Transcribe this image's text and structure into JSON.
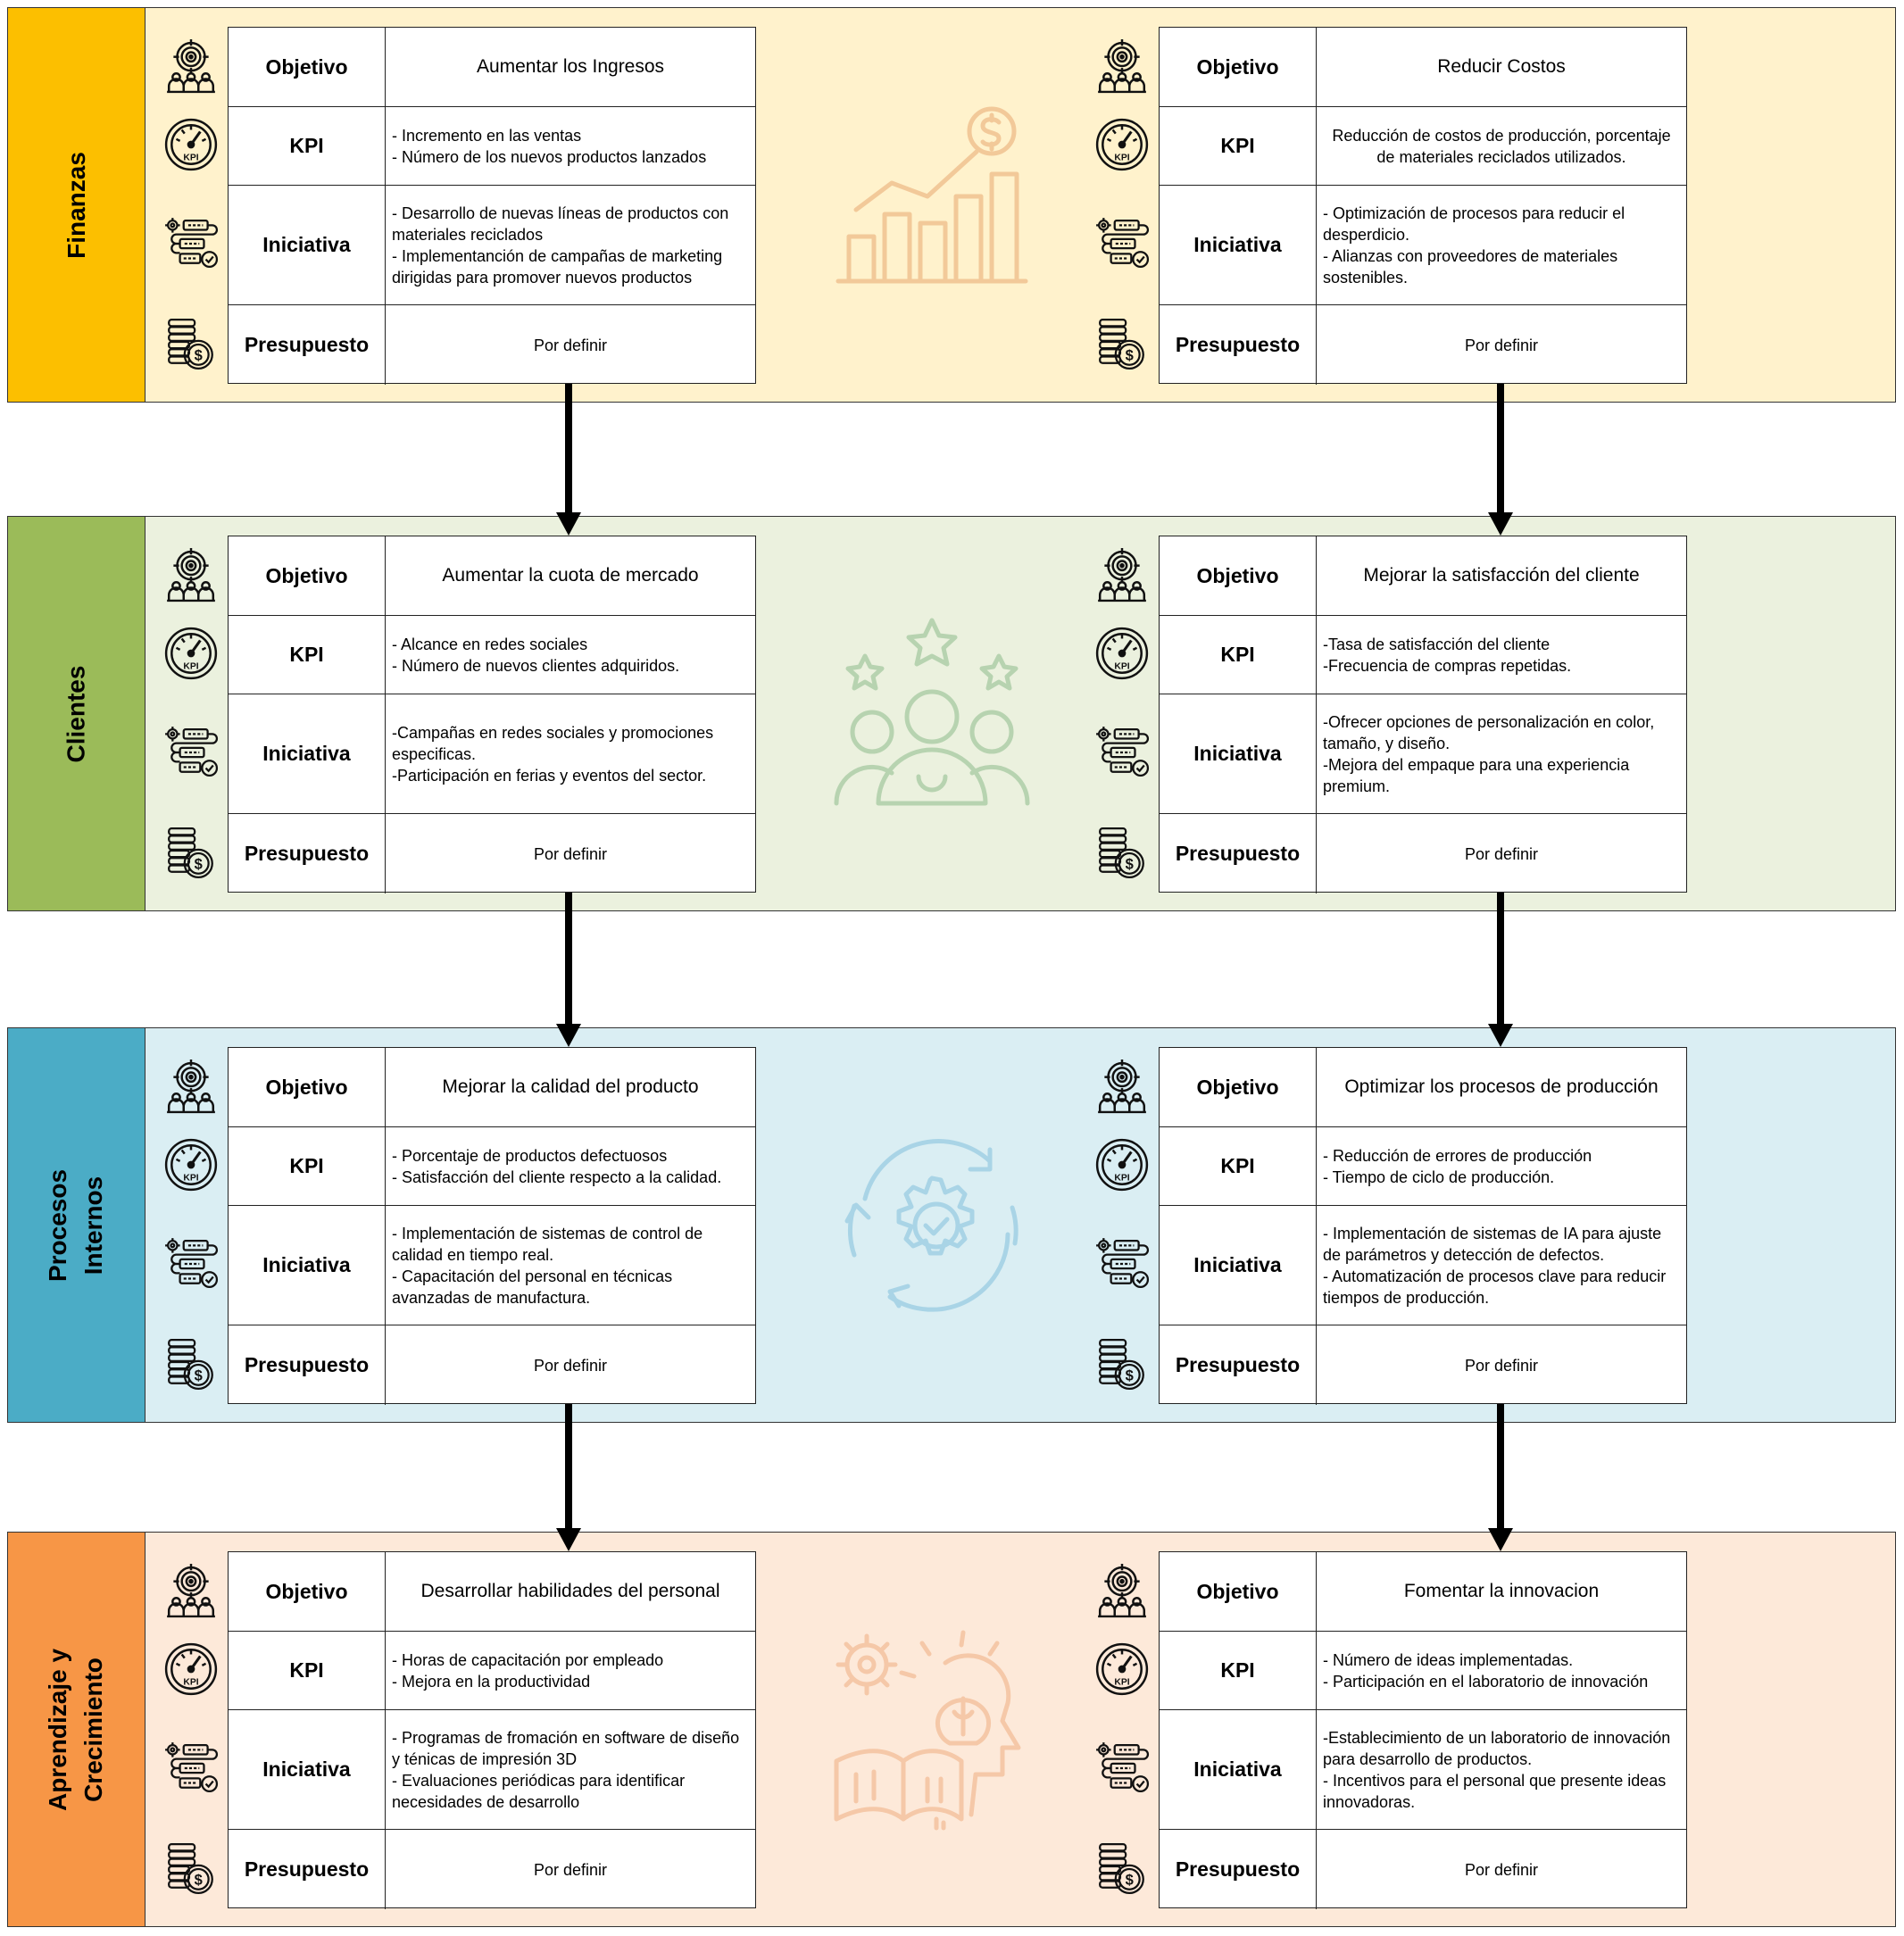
{
  "colors": {
    "finanzas": {
      "label": "#fcbf00",
      "bg": "#fff2cc",
      "icon": "#f2c999"
    },
    "clientes": {
      "label": "#9bbb59",
      "bg": "#ebf1de",
      "icon": "#b7d3b0"
    },
    "procesos": {
      "label": "#4bacc6",
      "bg": "#daeef3",
      "icon": "#a9d4e6"
    },
    "aprendizaje": {
      "label": "#f79646",
      "bg": "#fde9d9",
      "icon": "#f5c8a8"
    }
  },
  "row_labels": {
    "objetivo": "Objetivo",
    "kpi": "KPI",
    "iniciativa": "Iniciativa",
    "presupuesto": "Presupuesto"
  },
  "sections": [
    {
      "name": "Finanzas",
      "center_icon": "growth-chart-dollar-icon",
      "cards": [
        {
          "objetivo": "Aumentar los Ingresos",
          "kpi": "- Incremento en las ventas\n- Número de los nuevos productos lanzados",
          "iniciativa": "- Desarrollo de nuevas líneas de productos con materiales reciclados\n- Implementanción de campañas de marketing dirigidas para promover nuevos productos",
          "presupuesto": "Por definir"
        },
        {
          "objetivo": "Reducir Costos",
          "kpi": "Reducción de costos de producción, porcentaje de materiales reciclados utilizados.",
          "iniciativa": "- Optimización de procesos para reducir el desperdicio.\n- Alianzas con proveedores de materiales sostenibles.",
          "presupuesto": "Por definir"
        }
      ]
    },
    {
      "name": "Clientes",
      "center_icon": "customers-stars-icon",
      "cards": [
        {
          "objetivo": "Aumentar la cuota de mercado",
          "kpi": "- Alcance en redes sociales\n- Número de nuevos clientes adquiridos.",
          "iniciativa": "-Campañas en redes sociales y promociones especificas.\n-Participación en ferias y eventos del sector.",
          "presupuesto": "Por definir"
        },
        {
          "objetivo": "Mejorar la satisfacción del cliente",
          "kpi": "-Tasa de satisfacción del cliente\n-Frecuencia de compras repetidas.",
          "iniciativa": "-Ofrecer opciones de personalización en color, tamaño, y diseño.\n-Mejora del empaque para una experiencia premium.",
          "presupuesto": "Por definir"
        }
      ]
    },
    {
      "name": "Procesos Internos",
      "name_lines": [
        "Procesos",
        "Internos"
      ],
      "center_icon": "gear-cycle-check-icon",
      "cards": [
        {
          "objetivo": "Mejorar la calidad del producto",
          "kpi": "- Porcentaje de productos defectuosos\n- Satisfacción del cliente respecto a la calidad.",
          "iniciativa": "- Implementación de sistemas de control de calidad en tiempo real.\n- Capacitación del personal en técnicas avanzadas de manufactura.",
          "presupuesto": "Por definir"
        },
        {
          "objetivo": "Optimizar los procesos de producción",
          "kpi": "- Reducción de errores de producción\n- Tiempo de ciclo de producción.",
          "iniciativa": "- Implementación de sistemas de IA para ajuste de parámetros y detección de defectos.\n- Automatización de procesos clave para reducir tiempos de producción.",
          "presupuesto": "Por definir"
        }
      ]
    },
    {
      "name": "Aprendizaje y Crecimiento",
      "name_lines": [
        "Aprendizaje y",
        "Crecimiento"
      ],
      "center_icon": "learning-brain-book-icon",
      "cards": [
        {
          "objetivo": "Desarrollar habilidades del personal",
          "kpi": "- Horas de capacitación por empleado\n- Mejora en la productividad",
          "iniciativa": "- Programas de fromación en software de diseño y ténicas de impresión 3D\n- Evaluaciones periódicas para identificar necesidades de desarrollo",
          "presupuesto": "Por definir"
        },
        {
          "objetivo": "Fomentar la innovacion",
          "kpi": "- Número de ideas implementadas.\n- Participación en el laboratorio de innovación",
          "iniciativa": "-Establecimiento de un laboratorio de innovación para desarrollo de productos.\n- Incentivos para el personal que presente ideas innovadoras.",
          "presupuesto": "Por definir"
        }
      ]
    }
  ]
}
